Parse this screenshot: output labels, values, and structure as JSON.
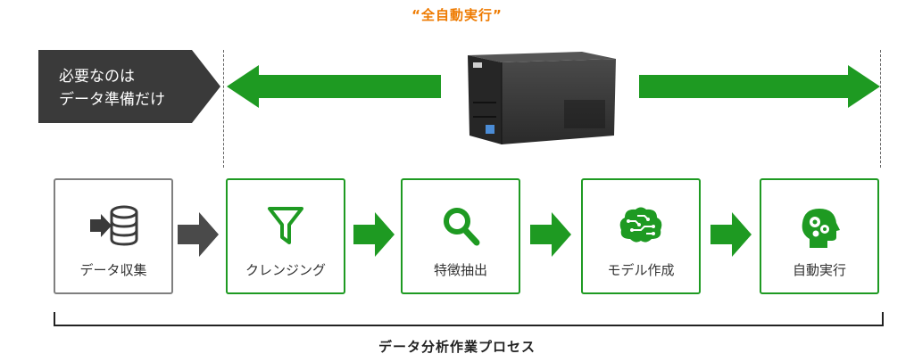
{
  "header": {
    "automation_label": "“全自動実行”",
    "accent_color": "#ee7a00"
  },
  "callout": {
    "line1": "必要なのは",
    "line2": "データ準備だけ",
    "color": "#3a3a3a"
  },
  "colors": {
    "green": "#1e9a22",
    "gray_arrow": "#4a4a4a",
    "gray_border": "#7f7f7f"
  },
  "steps": [
    {
      "label": "データ収集",
      "icon": "database-import-icon",
      "highlighted": false
    },
    {
      "label": "クレンジング",
      "icon": "filter-icon",
      "highlighted": true
    },
    {
      "label": "特徴抽出",
      "icon": "search-icon",
      "highlighted": true
    },
    {
      "label": "モデル作成",
      "icon": "brain-circuit-icon",
      "highlighted": true
    },
    {
      "label": "自動実行",
      "icon": "head-gears-icon",
      "highlighted": true
    }
  ],
  "footer": {
    "process_label": "データ分析作業プロセス"
  }
}
